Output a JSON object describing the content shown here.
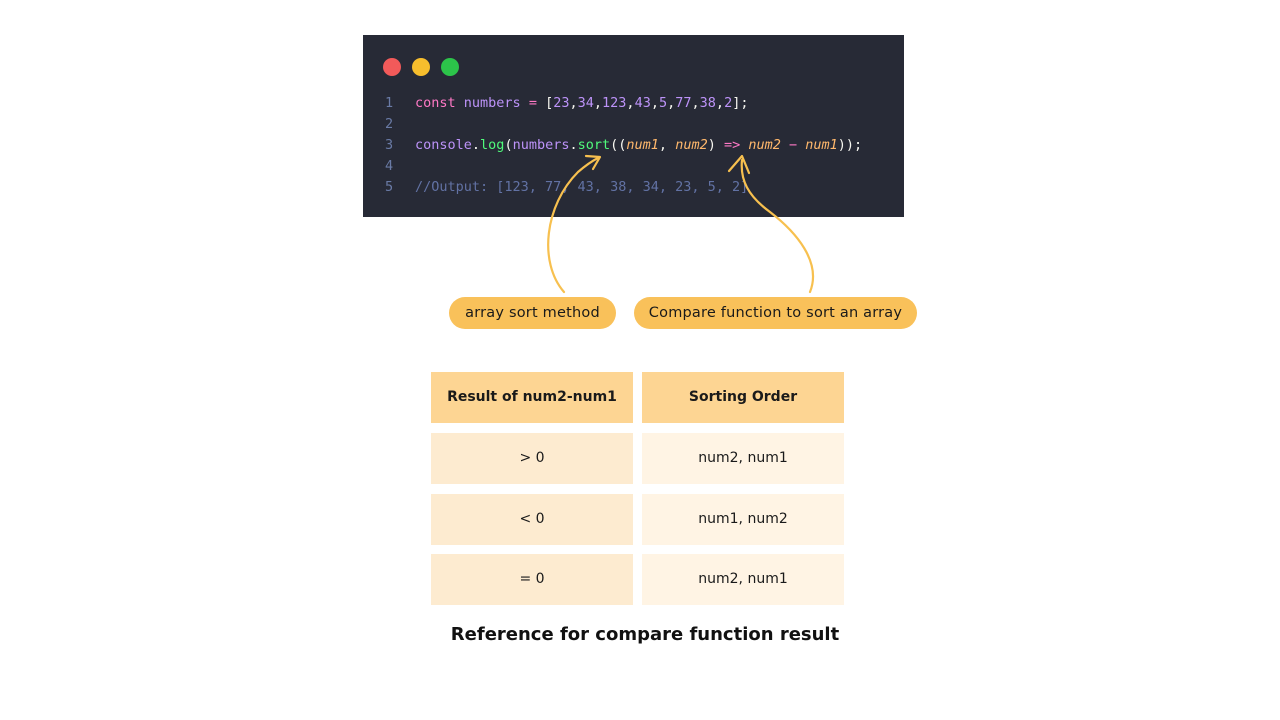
{
  "code_window": {
    "traffic_lights": {
      "red": "#f25a5a",
      "yellow": "#f7be2d",
      "green": "#2cc44a"
    },
    "lines": [
      {
        "number": "1",
        "tokens": [
          {
            "text": "const ",
            "type": "key"
          },
          {
            "text": "numbers",
            "type": "var"
          },
          {
            "text": " = ",
            "type": "op"
          },
          {
            "text": "[",
            "type": "punc"
          },
          {
            "text": "23",
            "type": "num"
          },
          {
            "text": ",",
            "type": "punc"
          },
          {
            "text": "34",
            "type": "num"
          },
          {
            "text": ",",
            "type": "punc"
          },
          {
            "text": "123",
            "type": "num"
          },
          {
            "text": ",",
            "type": "punc"
          },
          {
            "text": "43",
            "type": "num"
          },
          {
            "text": ",",
            "type": "punc"
          },
          {
            "text": "5",
            "type": "num"
          },
          {
            "text": ",",
            "type": "punc"
          },
          {
            "text": "77",
            "type": "num"
          },
          {
            "text": ",",
            "type": "punc"
          },
          {
            "text": "38",
            "type": "num"
          },
          {
            "text": ",",
            "type": "punc"
          },
          {
            "text": "2",
            "type": "num"
          },
          {
            "text": "];",
            "type": "punc"
          }
        ]
      },
      {
        "number": "2",
        "tokens": []
      },
      {
        "number": "3",
        "tokens": [
          {
            "text": "console",
            "type": "var"
          },
          {
            "text": ".",
            "type": "punc"
          },
          {
            "text": "log",
            "type": "fn"
          },
          {
            "text": "(",
            "type": "punc"
          },
          {
            "text": "numbers",
            "type": "var"
          },
          {
            "text": ".",
            "type": "punc"
          },
          {
            "text": "sort",
            "type": "fn"
          },
          {
            "text": "((",
            "type": "punc"
          },
          {
            "text": "num1",
            "type": "param"
          },
          {
            "text": ", ",
            "type": "punc"
          },
          {
            "text": "num2",
            "type": "param"
          },
          {
            "text": ") ",
            "type": "punc"
          },
          {
            "text": "=>",
            "type": "op"
          },
          {
            "text": " ",
            "type": "punc"
          },
          {
            "text": "num2",
            "type": "param"
          },
          {
            "text": " − ",
            "type": "op"
          },
          {
            "text": "num1",
            "type": "param"
          },
          {
            "text": "));",
            "type": "punc"
          }
        ]
      },
      {
        "number": "4",
        "tokens": []
      },
      {
        "number": "5",
        "tokens": [
          {
            "text": "//Output: [123, 77, 43, 38, 34, 23, 5, 2]",
            "type": "comment"
          }
        ]
      }
    ]
  },
  "annotations": {
    "sort_method": "array sort method",
    "compare_function": "Compare function to sort an array",
    "accent_color": "#f9c15a"
  },
  "table": {
    "headers": [
      "Result of num2-num1",
      "Sorting Order"
    ],
    "rows": [
      [
        "> 0",
        "num2, num1"
      ],
      [
        "< 0",
        "num1, num2"
      ],
      [
        "= 0",
        "num2, num1"
      ]
    ]
  },
  "caption": "Reference for compare function result"
}
